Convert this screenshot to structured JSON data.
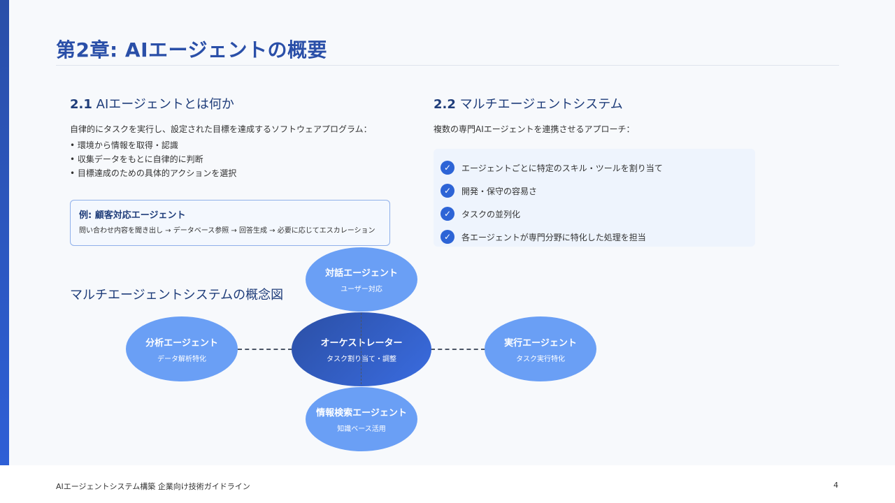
{
  "slide": {
    "title": "第2章: AIエージェントの概要",
    "page_number": "4",
    "footer": "AIエージェントシステム構築 企業向け技術ガイドライン"
  },
  "section1": {
    "number": "2.1",
    "heading": "AIエージェントとは何か",
    "intro": "自律的にタスクを実行し、設定された目標を達成するソフトウェアプログラム：",
    "bullets": [
      "• 環境から情報を取得・認識",
      "• 収集データをもとに自律的に判断",
      "• 目標達成のための具体的アクションを選択"
    ],
    "example": {
      "title": "例: 顧客対応エージェント",
      "flow": "問い合わせ内容を聞き出し → データベース参照 → 回答生成 → 必要に応じてエスカレーション"
    }
  },
  "section2": {
    "number": "2.2",
    "heading": "マルチエージェントシステム",
    "intro": "複数の専門AIエージェントを連携させるアプローチ：",
    "check_icon": "✓",
    "benefits": [
      "エージェントごとに特定のスキル・ツールを割り当て",
      "開発・保守の容易さ",
      "タスクの並列化",
      "各エージェントが専門分野に特化した処理を担当"
    ]
  },
  "diagram": {
    "heading": "マルチエージェントシステムの概念図",
    "center": {
      "name": "オーケストレーター",
      "role": "タスク割り当て・調整"
    },
    "top": {
      "name": "対話エージェント",
      "role": "ユーザー対応"
    },
    "left": {
      "name": "分析エージェント",
      "role": "データ解析特化"
    },
    "right": {
      "name": "実行エージェント",
      "role": "タスク実行特化"
    },
    "bottom": {
      "name": "情報検索エージェント",
      "role": "知識ベース活用"
    }
  },
  "colors": {
    "accent": "#2a4fa8",
    "node": "#6a9ff5",
    "check": "#2d64d6"
  }
}
